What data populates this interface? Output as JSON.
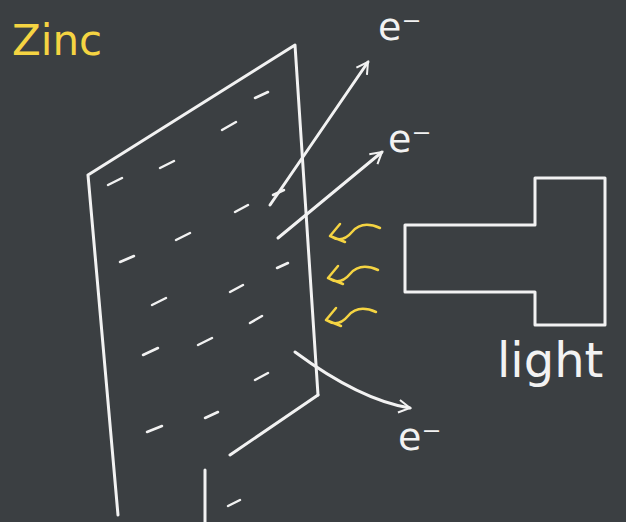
{
  "diagram": {
    "labels": [
      "Zinc",
      "e⁻",
      "e⁻",
      "light",
      "e⁻"
    ]
  }
}
